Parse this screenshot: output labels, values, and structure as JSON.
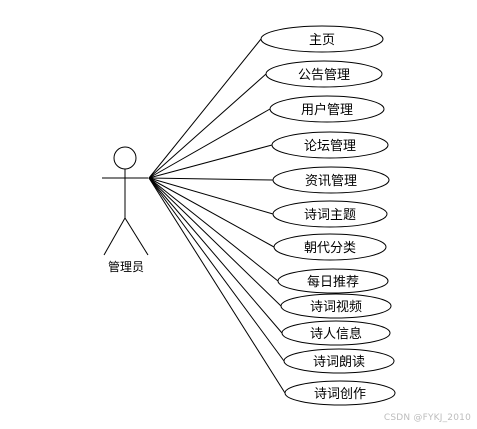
{
  "actor": {
    "label": "管理员"
  },
  "use_cases": [
    {
      "label": "主页"
    },
    {
      "label": "公告管理"
    },
    {
      "label": "用户管理"
    },
    {
      "label": "论坛管理"
    },
    {
      "label": "资讯管理"
    },
    {
      "label": "诗词主题"
    },
    {
      "label": "朝代分类"
    },
    {
      "label": "每日推荐"
    },
    {
      "label": "诗词视频"
    },
    {
      "label": "诗人信息"
    },
    {
      "label": "诗词朗读"
    },
    {
      "label": "诗词创作"
    }
  ],
  "watermark": "CSDN @FYKJ_2010",
  "colors": {
    "line": "#000000",
    "background": "#ffffff",
    "watermark": "#bdbdbd"
  }
}
